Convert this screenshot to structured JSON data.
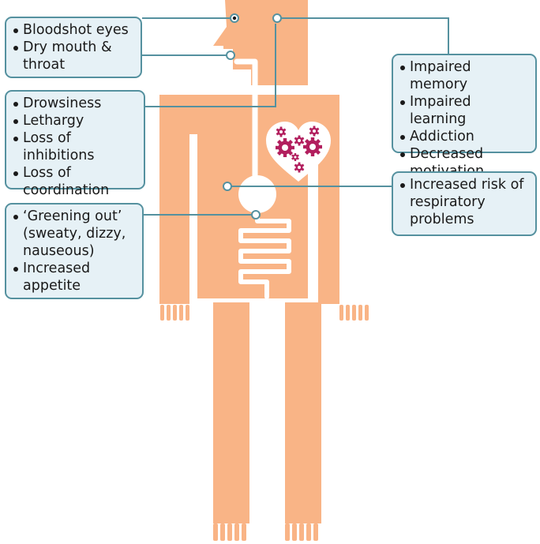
{
  "callouts": {
    "eyes_mouth": [
      "Bloodshot eyes",
      "Dry mouth & throat"
    ],
    "drowsiness": [
      "Drowsiness",
      "Lethargy",
      "Loss of inhibitions",
      "Loss of coordination"
    ],
    "stomach": [
      "‘Greening out’ (sweaty, dizzy, nauseous)",
      "Increased appetite"
    ],
    "brain": [
      "Impaired memory",
      "Impaired learning",
      "Addiction",
      "Decreased motivation"
    ],
    "lungs": [
      "Increased risk of respiratory problems"
    ]
  },
  "icons": {
    "heart": "heart-gears-icon",
    "person": "human-body-silhouette"
  },
  "colors": {
    "body": "#f9b486",
    "callout_fill": "#e6f1f6",
    "callout_border": "#55919f",
    "connector": "#55919f",
    "heart_gears": "#b21f5e"
  }
}
